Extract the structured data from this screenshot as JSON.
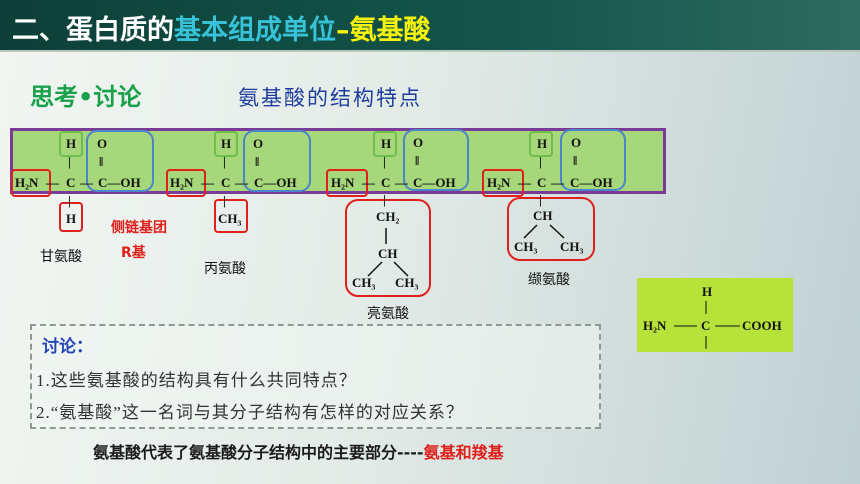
{
  "header": {
    "part1": "二、蛋白质的",
    "part2": "基本组成单位",
    "part3": "–氨基酸"
  },
  "think_label": "思考•讨论",
  "subtitle": "氨基酸的结构特点",
  "formula_labels": {
    "H": "H",
    "O": "O",
    "dbl": "‖",
    "bar": "|",
    "H2N": "H₂N",
    "C": "C",
    "COH": "C—OH",
    "dash": "—",
    "CH3": "CH₃",
    "CH2": "CH₂",
    "CH": "CH"
  },
  "amino_acids": [
    {
      "name": "甘氨酸"
    },
    {
      "name": "丙氨酸"
    },
    {
      "name": "亮氨酸"
    },
    {
      "name": "缬氨酸"
    }
  ],
  "side_chain_label": "侧链基团",
  "r_group_label": "R基",
  "general_formula": {
    "H": "H",
    "H2N": "H₂N",
    "C": "C",
    "COOH": "COOH"
  },
  "discussion": {
    "title": "讨论：",
    "q1": "1.这些氨基酸的结构具有什么共同特点？",
    "q2": "2.“氨基酸”这一名词与其分子结构有怎样的对应关系？"
  },
  "conclusion": {
    "text": "氨基酸代表了氨基酸分子结构中的主要部分----",
    "highlight": "氨基和羧基"
  },
  "colors": {
    "header_bg": "#14564b",
    "cyan": "#37c2d7",
    "yellow": "#f5f20e",
    "band": "#a6d77a",
    "band_border": "#7a3a98",
    "red": "#e0201c",
    "blue": "#1f3d9e"
  }
}
